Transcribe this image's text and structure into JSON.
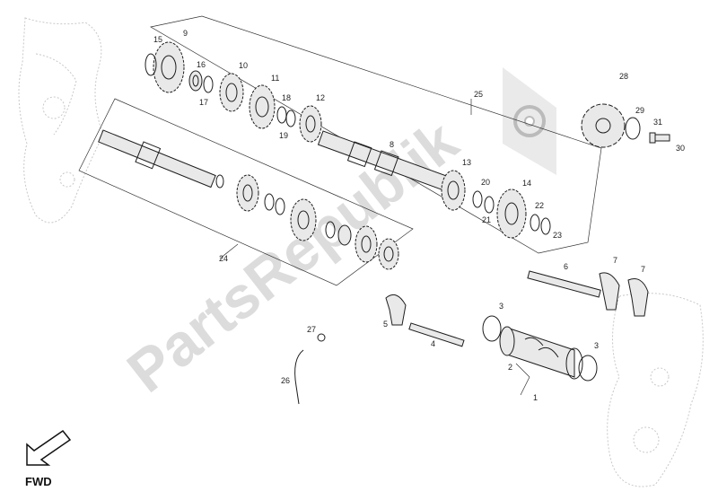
{
  "watermark": {
    "text": "PartsRepublik",
    "color": "#dcdcdc",
    "logo_icon": "gear-icon"
  },
  "fwd": {
    "label": "FWD",
    "icon": "forward-arrow-icon"
  },
  "part_labels": [
    "1",
    "2",
    "3",
    "3",
    "4",
    "5",
    "6",
    "7",
    "7",
    "8",
    "9",
    "10",
    "11",
    "12",
    "13",
    "14",
    "15",
    "16",
    "17",
    "18",
    "19",
    "20",
    "21",
    "22",
    "23",
    "24",
    "25",
    "26",
    "27",
    "28",
    "29",
    "30",
    "31"
  ]
}
